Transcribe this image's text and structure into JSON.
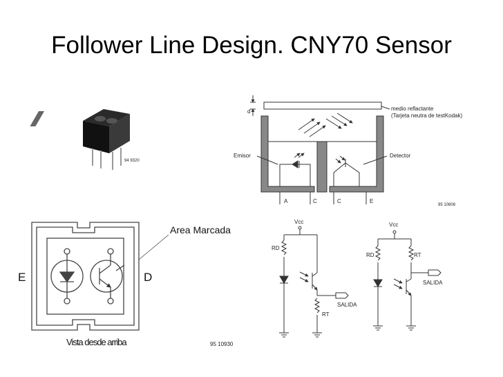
{
  "slide": {
    "title": "Follower Line Design. CNY70 Sensor"
  },
  "photo": {
    "part_number": "94 9320"
  },
  "cross_section": {
    "distance_label": "d",
    "reflective_medium": "medio reflactante",
    "reflective_medium_note": "(Tarjeta neutra de testKodak)",
    "emitter_label": "Emisor",
    "detector_label": "Detector",
    "pins": [
      "A",
      "C",
      "C",
      "E"
    ],
    "figure_number": "95 10808"
  },
  "top_view": {
    "marked_area_label": "Area Marcada",
    "left_pin": "E",
    "right_pin": "D",
    "caption": "Vista desde arriba",
    "figure_number": "95 10930"
  },
  "circuit_a": {
    "vcc": "Vcc",
    "rd": "RD",
    "rt": "RT",
    "output": "SALIDA"
  },
  "circuit_b": {
    "vcc": "Vcc",
    "rd": "RD",
    "rt": "RT",
    "output": "SALIDA"
  }
}
